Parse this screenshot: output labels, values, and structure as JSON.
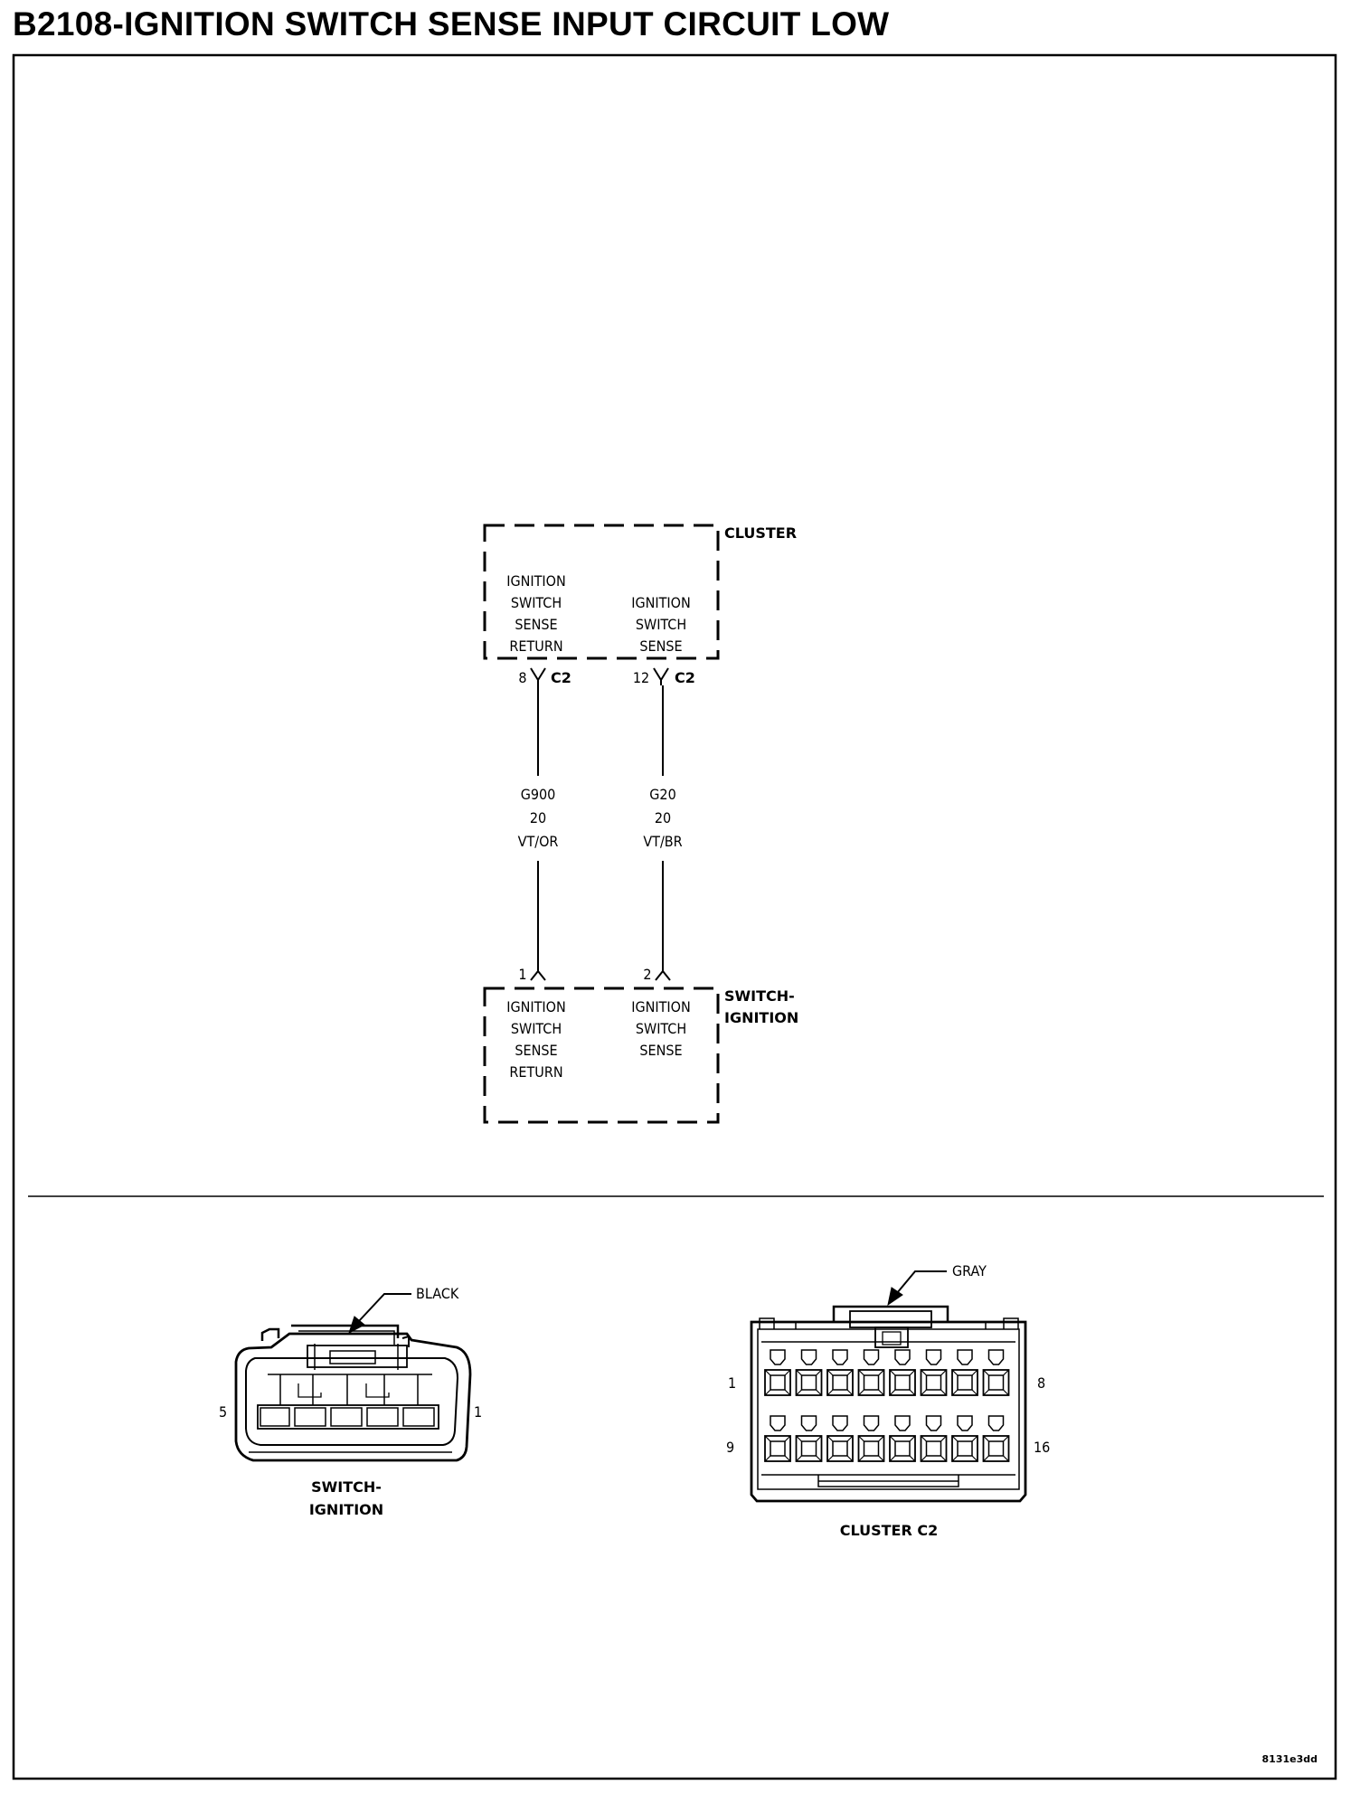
{
  "title": "B2108-IGNITION SWITCH SENSE INPUT CIRCUIT LOW",
  "cluster": {
    "name": "CLUSTER",
    "pin_left_label": [
      "IGNITION",
      "SWITCH",
      "SENSE",
      "RETURN"
    ],
    "pin_right_label": [
      "IGNITION",
      "SWITCH",
      "SENSE"
    ],
    "connector": "C2",
    "pin_left_number": "8",
    "pin_right_number": "12"
  },
  "wires": [
    {
      "circuit": "G900",
      "gauge": "20",
      "color": "VT/OR"
    },
    {
      "circuit": "G20",
      "gauge": "20",
      "color": "VT/BR"
    }
  ],
  "switch": {
    "name_line1": "SWITCH-",
    "name_line2": "IGNITION",
    "pin_left_label": [
      "IGNITION",
      "SWITCH",
      "SENSE",
      "RETURN"
    ],
    "pin_right_label": [
      "IGNITION",
      "SWITCH",
      "SENSE"
    ],
    "pin_left_number": "1",
    "pin_right_number": "2"
  },
  "connector_views": {
    "switch": {
      "color_label": "BLACK",
      "pin_left": "5",
      "pin_right": "1",
      "name_line1": "SWITCH-",
      "name_line2": "IGNITION"
    },
    "cluster": {
      "color_label": "GRAY",
      "pin_top_left": "1",
      "pin_top_right": "8",
      "pin_bottom_left": "9",
      "pin_bottom_right": "16",
      "name": "CLUSTER C2"
    }
  },
  "footer_code": "8131e3dd"
}
